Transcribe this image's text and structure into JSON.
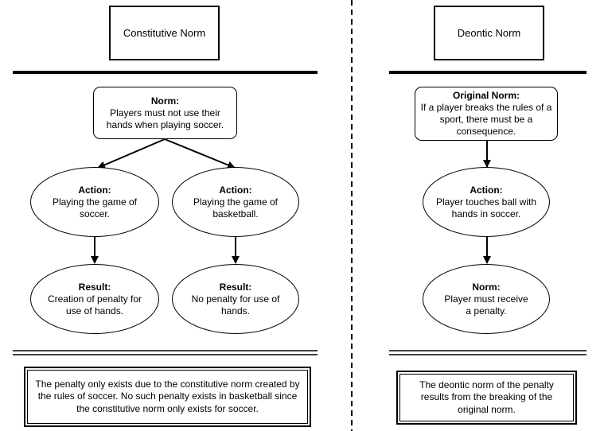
{
  "constitutive": {
    "title": "Constitutive Norm",
    "norm": {
      "heading": "Norm:",
      "text": "Players must not use their hands when playing soccer."
    },
    "action_soccer": {
      "heading": "Action:",
      "text": "Playing the game of soccer."
    },
    "action_basketball": {
      "heading": "Action:",
      "text": "Playing the game of basketball."
    },
    "result_soccer": {
      "heading": "Result:",
      "text": "Creation of penalty for use of hands."
    },
    "result_basketball": {
      "heading": "Result:",
      "text": "No penalty for use of hands."
    },
    "note": "The penalty only exists due to the constitutive norm created by the rules of soccer. No such penalty exists in basketball since the constitutive norm only exists for soccer."
  },
  "deontic": {
    "title": "Deontic Norm",
    "original_norm": {
      "heading": "Original Norm:",
      "text": "If a player breaks the rules of a sport, there must be a consequence."
    },
    "action": {
      "heading": "Action:",
      "text": "Player touches ball with hands in soccer."
    },
    "norm": {
      "heading": "Norm:",
      "text": "Player must receive a penalty."
    },
    "note": "The deontic norm of the penalty results from the breaking of the original norm."
  }
}
